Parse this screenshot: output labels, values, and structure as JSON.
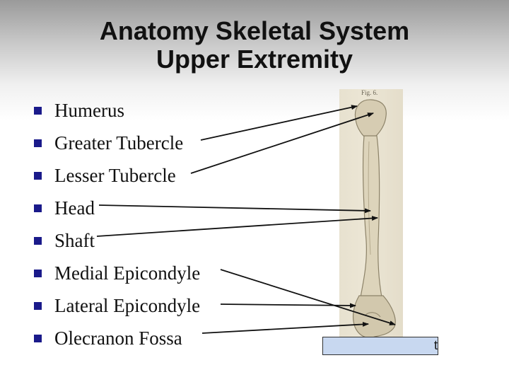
{
  "title": {
    "line1": "Anatomy Skeletal System",
    "line2": "Upper Extremity"
  },
  "bullets": [
    "Humerus",
    "Greater Tubercle",
    "Lesser Tubercle",
    "Head",
    "Shaft",
    "Medial Epicondyle",
    "Lateral Epicondyle",
    "Olecranon Fossa"
  ],
  "figure": {
    "plate_label": "Fig. 6.",
    "caption_partial": "t"
  },
  "colors": {
    "bullet": "#1a1a8a",
    "bone": "#dcd3bc",
    "arrow": "#111111",
    "caption_box": "#c8d8f0"
  }
}
